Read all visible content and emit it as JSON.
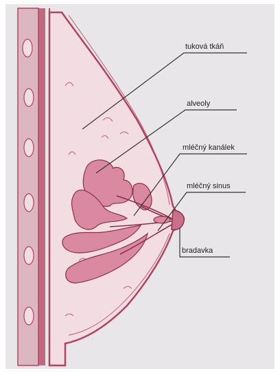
{
  "diagram": {
    "labels": {
      "fat_tissue": "tuková tkáň",
      "alveoli": "alveoly",
      "milk_duct": "mléčný kanálek",
      "milk_sinus": "mléčný sinus",
      "nipple": "bradavka"
    }
  },
  "colors": {
    "page": "#e9e6e9",
    "ink": "#b3425f",
    "ink_dark": "#8e2f48",
    "chest_wall": "#c98fa0",
    "tissue": "#f2dde3",
    "gland": "#d98aa2",
    "text": "#222222",
    "leader": "#333333"
  }
}
